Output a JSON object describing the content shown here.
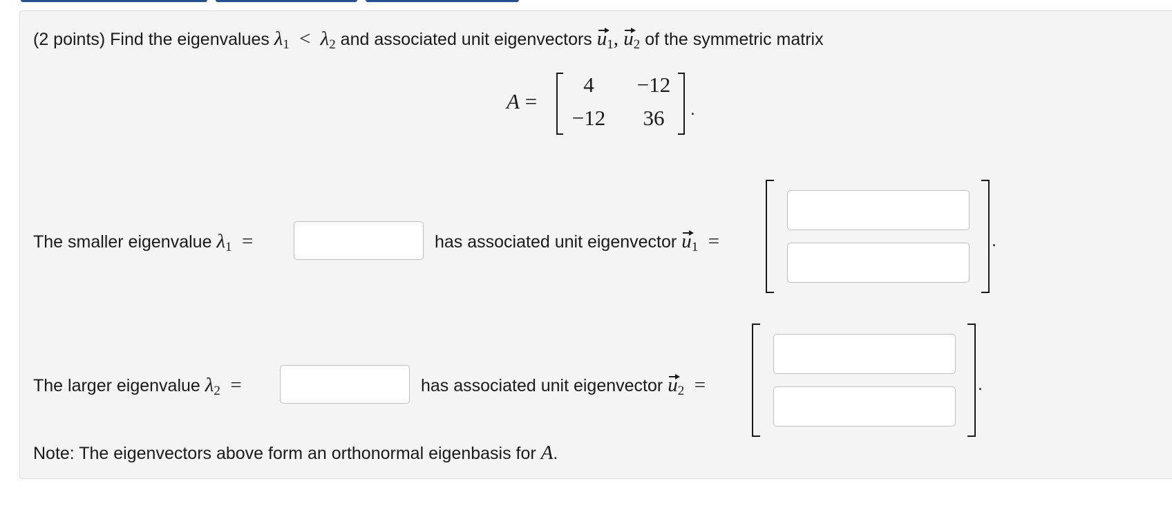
{
  "problem": {
    "intro_prefix": "(2 points) Find the eigenvalues",
    "intro_middle": "and associated unit eigenvectors",
    "intro_suffix": "of the symmetric matrix",
    "matrix_label": "A",
    "matrix": [
      [
        "4",
        "−12"
      ],
      [
        "−12",
        "36"
      ]
    ],
    "row1_label": "The smaller eigenvalue",
    "row1_middle": "has associated unit eigenvector",
    "row2_label": "The larger eigenvalue",
    "row2_middle": "has associated unit eigenvector",
    "note_prefix": "Note: The eigenvectors above form an orthonormal eigenbasis for",
    "note_var": "A",
    "note_suffix": "."
  },
  "inputs": {
    "lambda1": "",
    "u1_top": "",
    "u1_bottom": "",
    "lambda2": "",
    "u2_top": "",
    "u2_bottom": ""
  }
}
